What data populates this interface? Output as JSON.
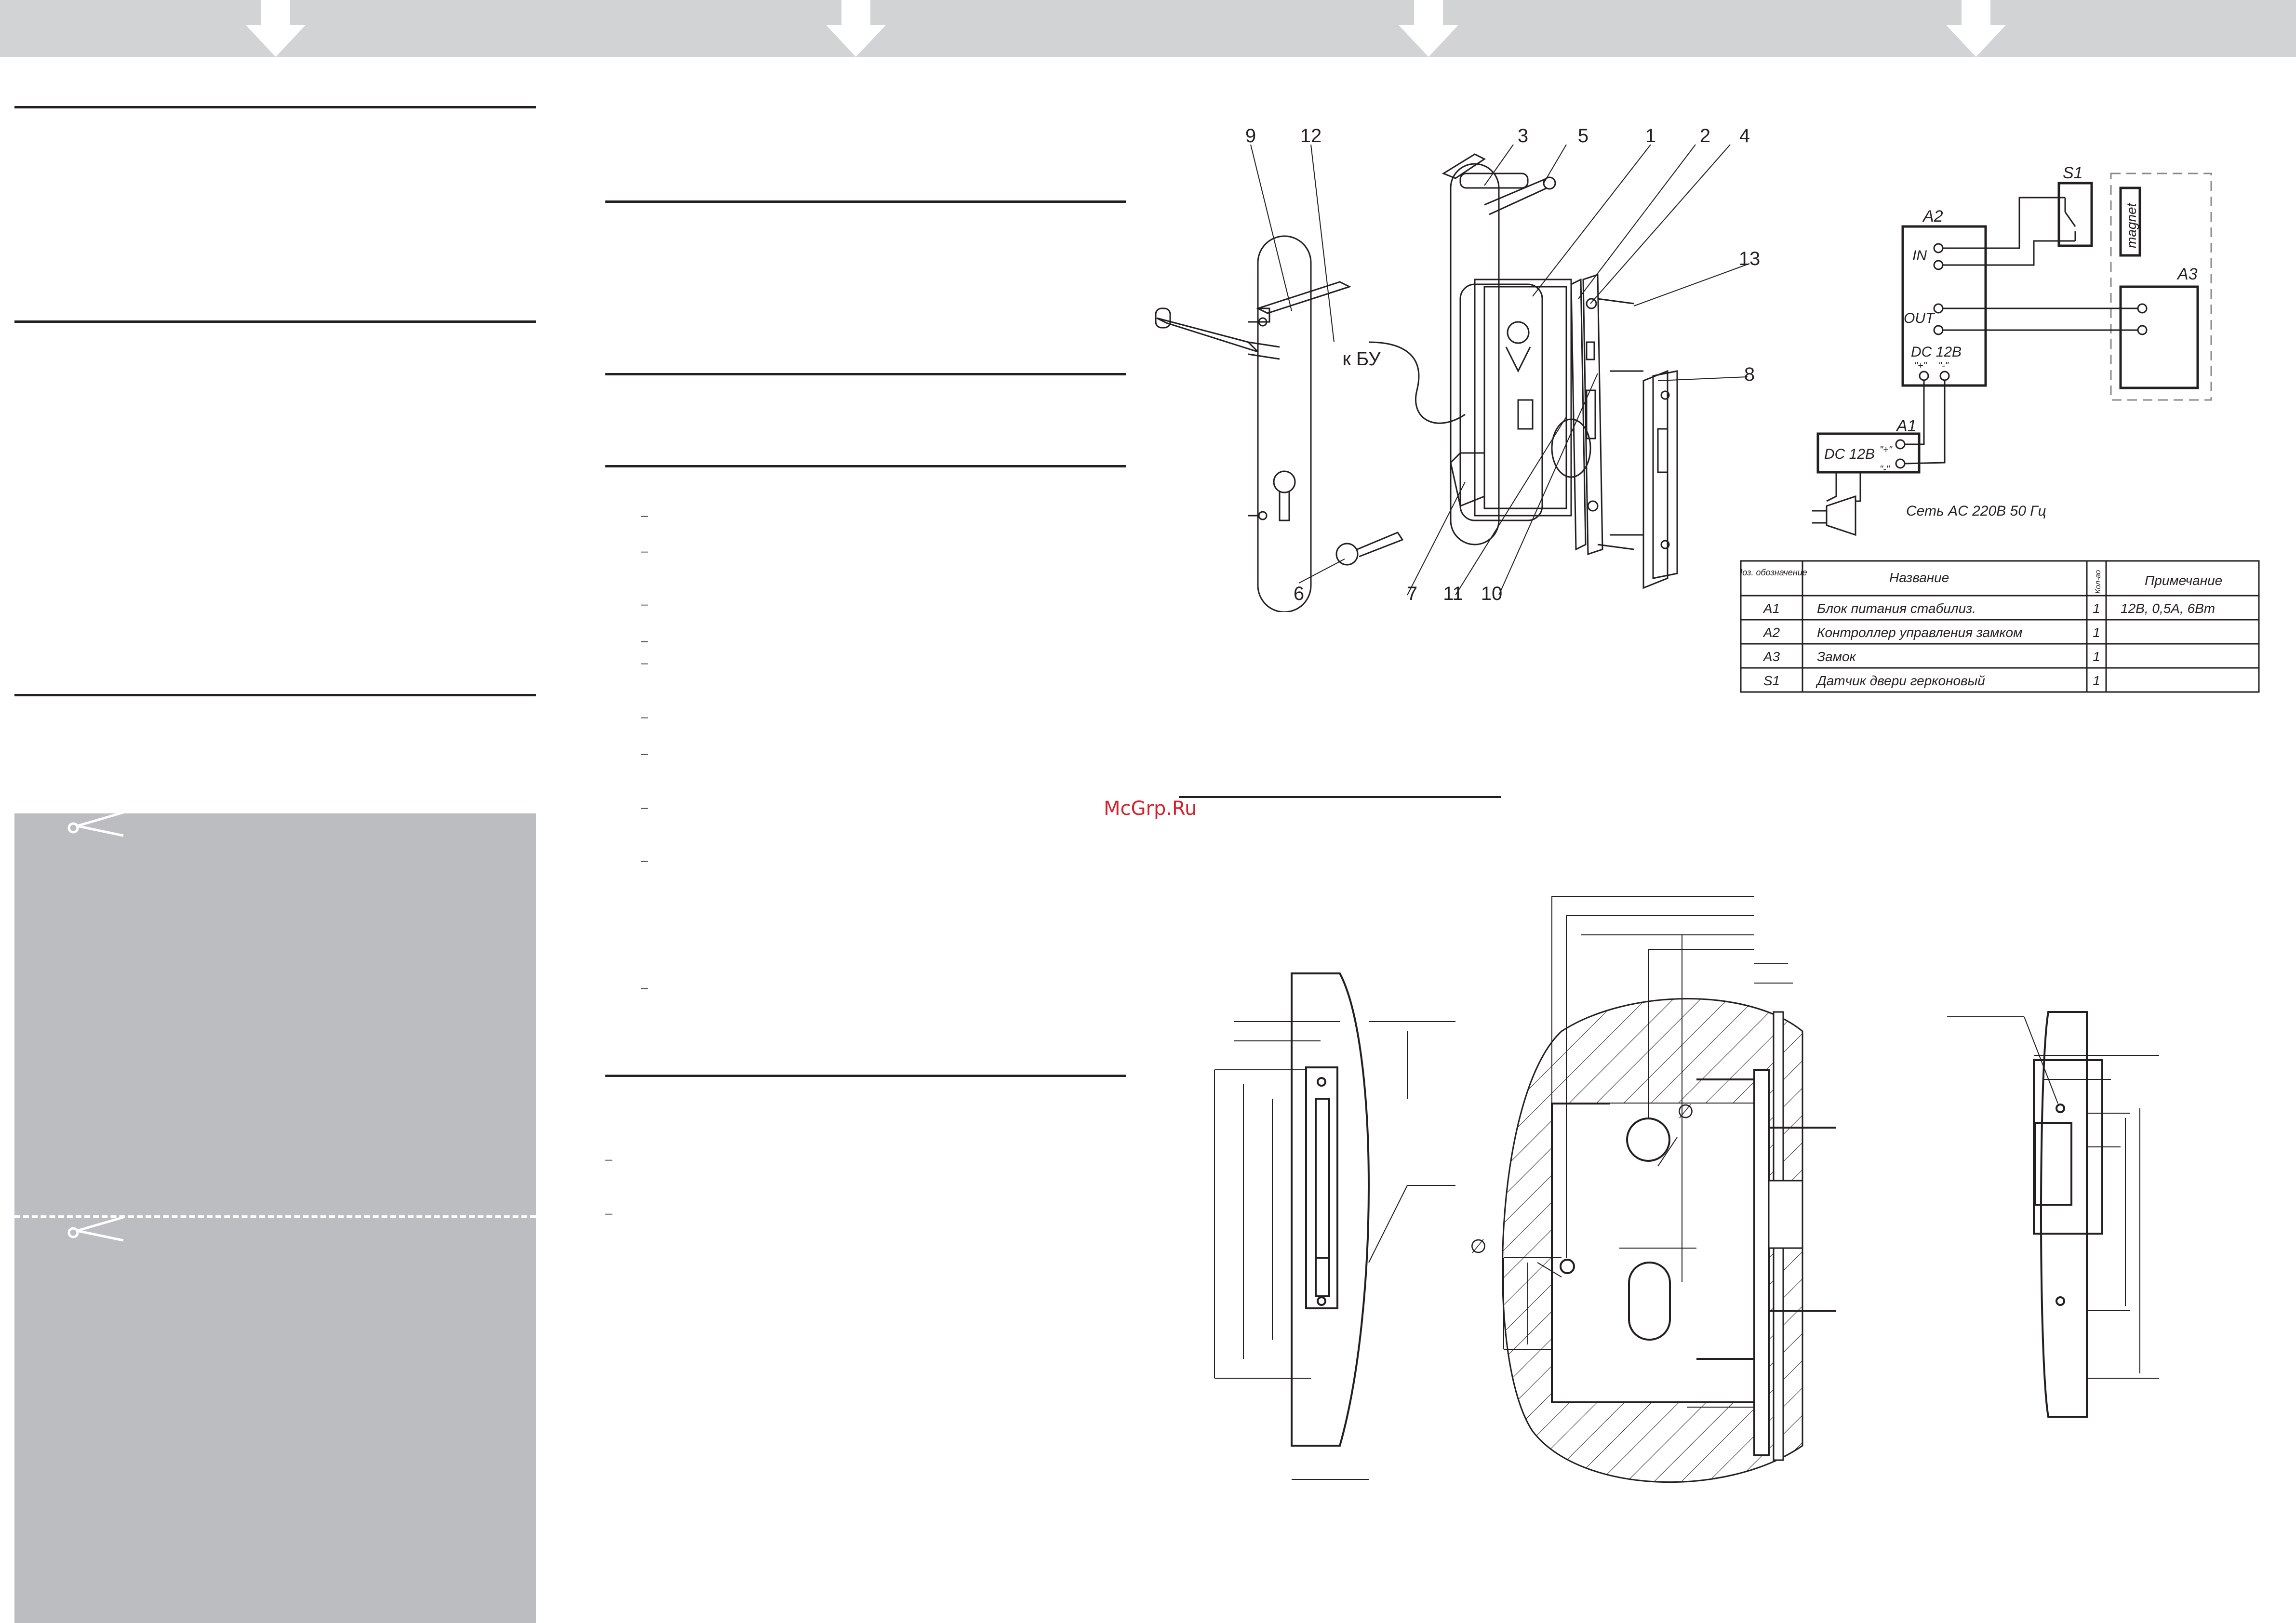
{
  "watermark": "McGrp.Ru",
  "exploded_view": {
    "callouts": [
      "9",
      "12",
      "3",
      "5",
      "1",
      "2",
      "4",
      "13",
      "8",
      "6",
      "7",
      "11",
      "10"
    ],
    "wire_label": "к БУ"
  },
  "wiring": {
    "a1": {
      "tag": "A1",
      "label": "DC 12В",
      "plus": "\"+\"",
      "minus": "\"-\""
    },
    "a2": {
      "tag": "A2",
      "in": "IN",
      "out": "OUT",
      "dc": "DC 12В",
      "plus": "\"+\"",
      "minus": "\"-\""
    },
    "a3": {
      "tag": "A3"
    },
    "s1": {
      "tag": "S1"
    },
    "magnet": "magnet",
    "mains": "Сеть AC 220В 50 Гц"
  },
  "parts_table": {
    "headers": [
      "Поз. обозначение",
      "Название",
      "Кол-во",
      "Примечание"
    ],
    "rows": [
      [
        "A1",
        "Блок питания стабилиз.",
        "1",
        "12В, 0,5А, 6Вт"
      ],
      [
        "A2",
        "Контроллер управления замком",
        "1",
        ""
      ],
      [
        "A3",
        "Замок",
        "1",
        ""
      ],
      [
        "S1",
        "Датчик двери герконовый",
        "1",
        ""
      ]
    ]
  },
  "drawing": {
    "diameter_symbol": "∅"
  },
  "colors": {
    "topbar": "#d2d3d5",
    "grey_panel": "#bcbdc0",
    "ink": "#231f20",
    "watermark": "#d2232a"
  }
}
